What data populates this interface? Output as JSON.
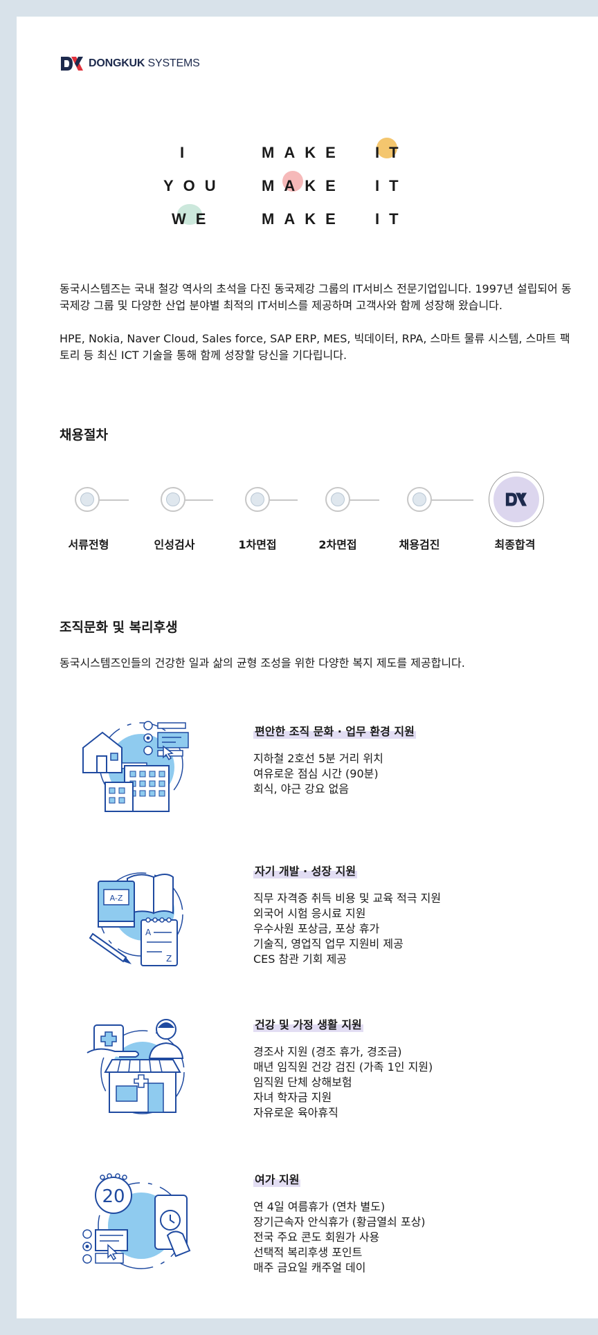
{
  "brand": {
    "logo_text_bold": "DONGKUK",
    "logo_text_light": "SYSTEMS",
    "primary": "#1d2a4d",
    "accent_red": "#e0313b",
    "lavender": "#dcd6ee",
    "icon_blue": "#8fcbef"
  },
  "slogan": {
    "rows": [
      {
        "subject": "I",
        "verb": "MAKE",
        "object": "IT"
      },
      {
        "subject": "YOU",
        "verb": "MAKE",
        "object": "IT"
      },
      {
        "subject": "WE",
        "verb": "MAKE",
        "object": "IT"
      }
    ],
    "blob_colors": [
      "#f4c66e",
      "#f6b9b9",
      "#cce8dc"
    ]
  },
  "intro": {
    "paragraph1": "동국시스템즈는 국내 철강 역사의 초석을 다진 동국제강 그룹의 IT서비스 전문기업입니다. 1997년 설립되어 동국제강 그룹 및 다양한 산업 분야별 최적의 IT서비스를 제공하며 고객사와 함께 성장해 왔습니다.",
    "paragraph2": "HPE, Nokia, Naver Cloud, Sales force, SAP ERP, MES, 빅데이터, RPA, 스마트 물류 시스템, 스마트 팩토리 등 최신 ICT 기술을 통해 함께 성장할 당신을 기다립니다."
  },
  "process": {
    "title": "채용절차",
    "steps": [
      "서류전형",
      "인성검사",
      "1차면접",
      "2차면접",
      "채용검진",
      "최종합격"
    ]
  },
  "culture": {
    "title": "조직문화 및 복리후생",
    "description": "동국시스템즈인들의 건강한 일과 삶의 균형 조성을 위한 다양한 복지 제도를 제공합니다.",
    "benefits": [
      {
        "title": "편안한 조직 문화 · 업무 환경 지원",
        "icon": "office-building-icon",
        "items": [
          "지하철 2호선 5분 거리 위치",
          "여유로운 점심 시간 (90분)",
          "회식, 야근 강요 없음"
        ]
      },
      {
        "title": "자기 개발 · 성장 지원",
        "icon": "books-icon",
        "items": [
          "직무 자격증 취득 비용 및 교육 적극 지원",
          "외국어 시험 응시료 지원",
          "우수사원 포상금, 포상 휴가",
          "기술직, 영업직 업무 지원비 제공",
          "CES 참관 기회 제공"
        ]
      },
      {
        "title": "건강 및 가정 생활 지원",
        "icon": "health-icon",
        "items": [
          "경조사 지원 (경조 휴가, 경조금)",
          "매년 임직원 건강 검진 (가족 1인 지원)",
          "임직원 단체 상해보험",
          "자녀 학자금 지원",
          "자유로운 육아휴직"
        ]
      },
      {
        "title": "여가 지원",
        "icon": "calendar-icon",
        "calendar_number": "20",
        "items": [
          "연 4일 여름휴가 (연차 별도)",
          "장기근속자 안식휴가 (황금열쇠 포상)",
          "전국 주요 콘도 회원가 사용",
          "선택적 복리후생 포인트",
          "매주 금요일 캐주얼 데이"
        ]
      }
    ]
  }
}
